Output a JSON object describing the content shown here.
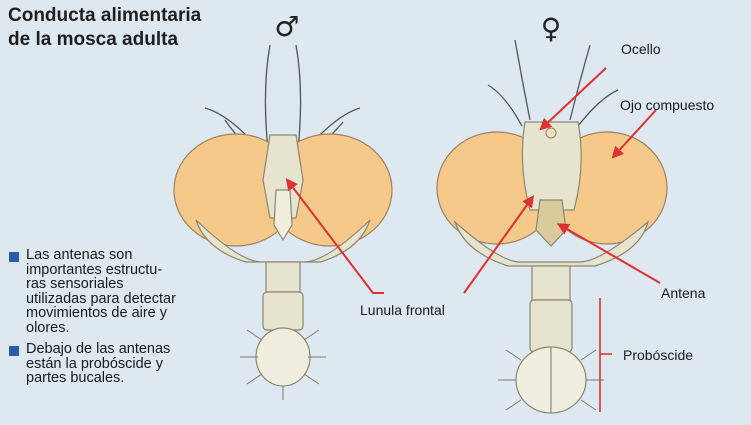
{
  "title": {
    "line1": "Conducta alimentaria",
    "line2": "de la mosca adulta"
  },
  "sex_symbols": {
    "male": "♂",
    "female": "♀"
  },
  "labels": {
    "ocelo": "Ocello",
    "ojo": "Ojo compuesto",
    "antena": "Antena",
    "lunula": "Lunula frontal",
    "proboscide": "Probóscide"
  },
  "notes": [
    {
      "lines": [
        "Las antenas son",
        "importantes estructu-",
        "ras sensoriales",
        "utilizadas para detectar",
        "movimientos de aire y",
        "olores."
      ]
    },
    {
      "lines": [
        "Debajo de las antenas",
        "están la probóscide y",
        "partes bucales."
      ]
    }
  ],
  "colors": {
    "background": "#dde8f1",
    "eye": "#f5c98a",
    "head": "#e6e3cf",
    "arrow": "#e03030",
    "bullet": "#2a5ea8"
  }
}
